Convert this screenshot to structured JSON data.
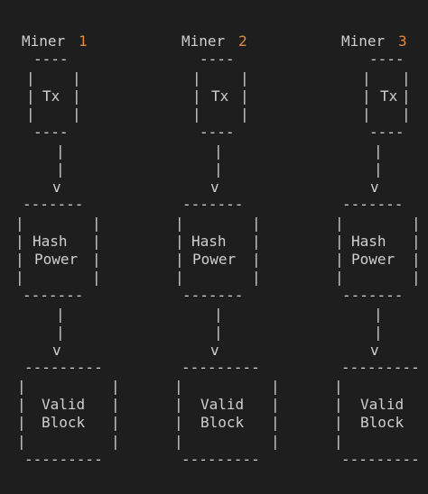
{
  "colors": {
    "background": "#1e1e1e",
    "text": "#cfcfcf",
    "miner_number": "#e08a3c"
  },
  "columns": [
    {
      "miner_label": "Miner",
      "miner_number": "1",
      "tx_label": "Tx",
      "hash_label": [
        "Hash",
        "Power"
      ],
      "valid_label": [
        "Valid",
        "Block"
      ],
      "arrow_head": "v"
    },
    {
      "miner_label": "Miner",
      "miner_number": "2",
      "tx_label": "Tx",
      "hash_label": [
        "Hash",
        "Power"
      ],
      "valid_label": [
        "Valid",
        "Block"
      ],
      "arrow_head": "v"
    },
    {
      "miner_label": "Miner",
      "miner_number": "3",
      "tx_label": "Tx",
      "hash_label": [
        "Hash",
        "Power"
      ],
      "valid_label": [
        "Valid",
        "Block"
      ],
      "arrow_head": "v"
    }
  ]
}
